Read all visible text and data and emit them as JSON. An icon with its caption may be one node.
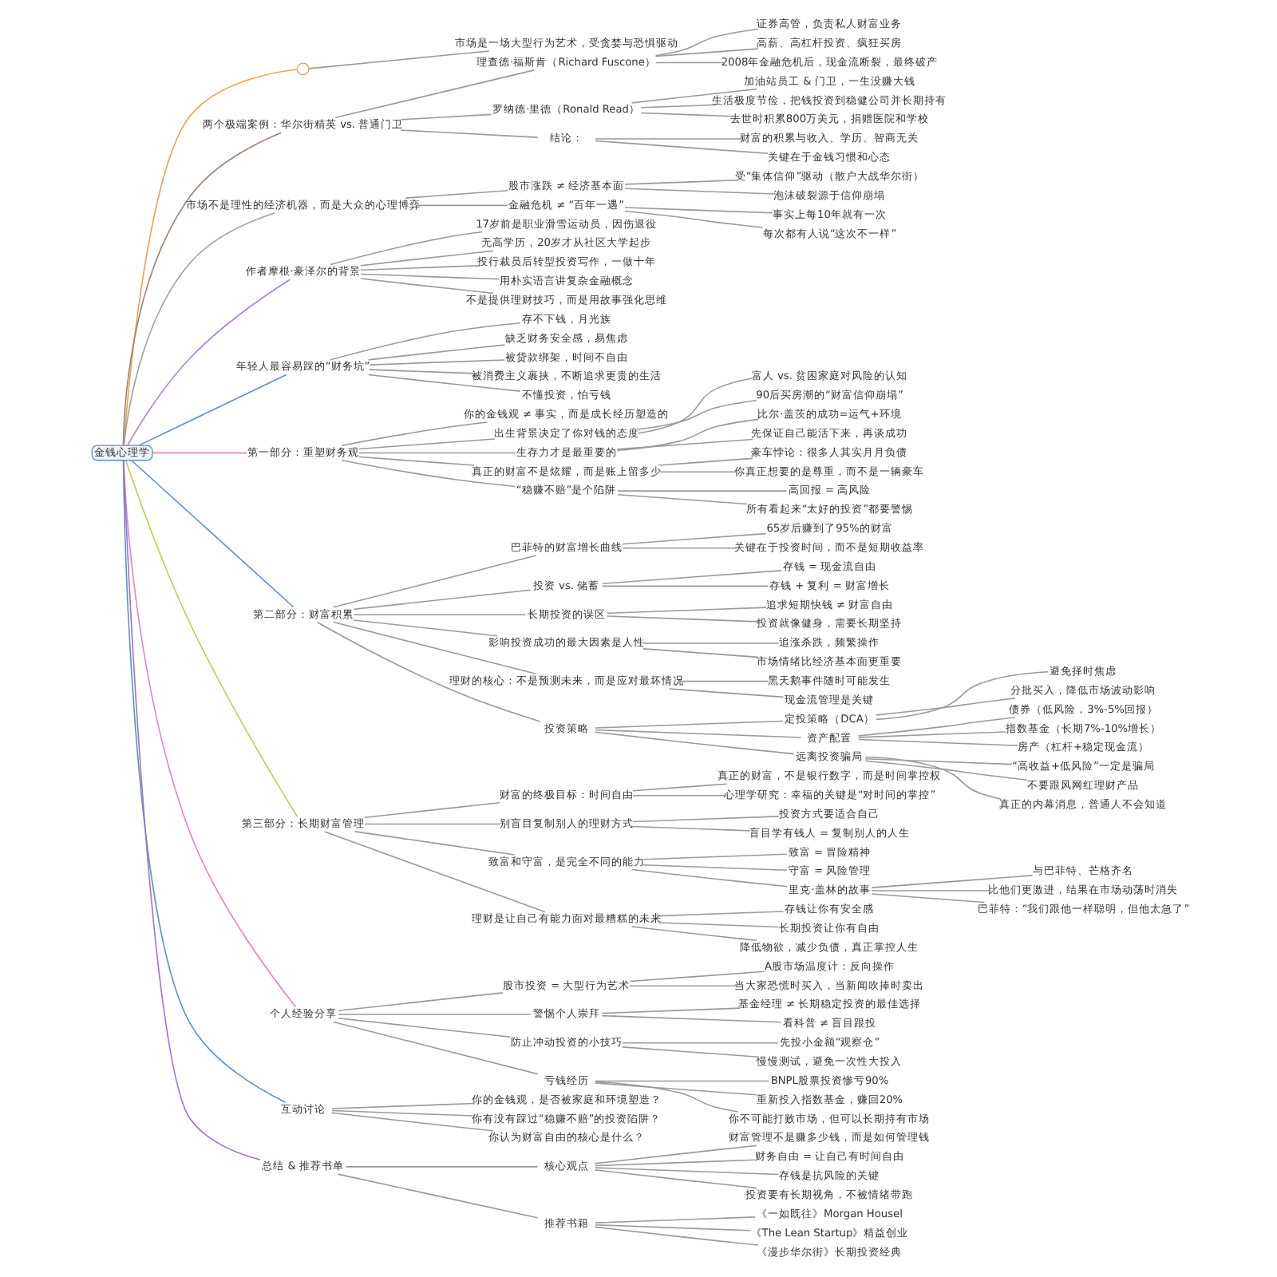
{
  "diagram": {
    "nodes": [
      {
        "text": [
          "金钱心理学"
        ]
      },
      {
        "text": [],
        "shape": "circle"
      },
      {
        "text": [
          "市场是一场大型行为艺术，受贪婪与恐惧驱动"
        ]
      },
      {
        "text": [
          "两个极端案例：华尔街精英 vs. 普通门卫"
        ]
      },
      {
        "text": [
          "理查德·福斯肯（Richard Fuscone）"
        ]
      },
      {
        "text": [
          "证券高管，负责私人财富业务"
        ]
      },
      {
        "text": [
          "高薪、高杠杆投资、疯狂买房"
        ]
      },
      {
        "text": [
          "2008年金融危机后，现金流断裂，最终破产"
        ]
      },
      {
        "text": [
          "罗纳德·里德（Ronald Read）"
        ]
      },
      {
        "text": [
          "加油站员工 & 门卫，一生没赚大钱"
        ]
      },
      {
        "text": [
          "生活极度节俭，把钱投资到稳健公司并长期持有"
        ]
      },
      {
        "text": [
          "去世时积累800万美元，捐赠医院和学校"
        ]
      },
      {
        "text": [
          "结论："
        ]
      },
      {
        "text": [
          "财富的积累与收入、学历、智商无关"
        ]
      },
      {
        "text": [
          "关键在于金钱习惯和心态"
        ]
      },
      {
        "text": [
          "市场不是理性的经济机器，而是大众的心理博弈"
        ]
      },
      {
        "text": [
          "股市涨跌 ≠ 经济基本面"
        ]
      },
      {
        "text": [
          "受“集体信仰”驱动（散户大战华尔街）"
        ]
      },
      {
        "text": [
          "泡沫破裂源于信仰崩塌"
        ]
      },
      {
        "text": [
          "金融危机 ≠ “百年一遇”"
        ]
      },
      {
        "text": [
          "事实上每10年就有一次"
        ]
      },
      {
        "text": [
          "每次都有人说“这次不一样”"
        ]
      },
      {
        "text": [
          "作者摩根·豪泽尔的背景"
        ]
      },
      {
        "text": [
          "17岁前是职业滑雪运动员，因伤退役"
        ]
      },
      {
        "text": [
          "无高学历，20岁才从社区大学起步"
        ]
      },
      {
        "text": [
          "投行裁员后转型投资写作，一做十年"
        ]
      },
      {
        "text": [
          "用朴实语言讲复杂金融概念"
        ]
      },
      {
        "text": [
          "不是提供理财技巧，而是用故事强化思维"
        ]
      },
      {
        "text": [
          "年轻人最容易踩的“财务坑”"
        ]
      },
      {
        "text": [
          "存不下钱，月光族"
        ]
      },
      {
        "text": [
          "缺乏财务安全感，易焦虑"
        ]
      },
      {
        "text": [
          "被贷款绑架，时间不自由"
        ]
      },
      {
        "text": [
          "被消费主义裹挟，不断追求更贵的生活"
        ]
      },
      {
        "text": [
          "不懂投资，怕亏钱"
        ]
      },
      {
        "text": [
          "第一部分：重塑财务观"
        ]
      },
      {
        "text": [
          "你的金钱观 ≠ 事实，而是成长经历塑造的"
        ]
      },
      {
        "text": [
          "出生背景决定了你对钱的态度"
        ]
      },
      {
        "text": [
          "富人 vs. 贫困家庭对风险的认知"
        ]
      },
      {
        "text": [
          "90后买房潮的“财富信仰崩塌”"
        ]
      },
      {
        "text": [
          "生存力才是最重要的"
        ]
      },
      {
        "text": [
          "比尔·盖茨的成功=运气+环境"
        ]
      },
      {
        "text": [
          "先保证自己能活下来，再谈成功"
        ]
      },
      {
        "text": [
          "真正的财富不是炫耀，而是账上留多少"
        ]
      },
      {
        "text": [
          "豪车悖论：很多人其实月月负债"
        ]
      },
      {
        "text": [
          "你真正想要的是尊重，而不是一辆豪车"
        ]
      },
      {
        "text": [
          "“稳赚不赔”是个陷阱"
        ]
      },
      {
        "text": [
          "高回报 = 高风险"
        ]
      },
      {
        "text": [
          "所有看起来“太好的投资”都要警惕"
        ]
      },
      {
        "text": [
          "第二部分：财富积累"
        ]
      },
      {
        "text": [
          "巴菲特的财富增长曲线"
        ]
      },
      {
        "text": [
          "65岁后赚到了95%的财富"
        ]
      },
      {
        "text": [
          "关键在于投资时间，而不是短期收益率"
        ]
      },
      {
        "text": [
          "投资 vs. 储蓄"
        ]
      },
      {
        "text": [
          "存钱 = 现金流自由"
        ]
      },
      {
        "text": [
          "存钱 + 复利 = 财富增长"
        ]
      },
      {
        "text": [
          "长期投资的误区"
        ]
      },
      {
        "text": [
          "追求短期快钱 ≠ 财富自由"
        ]
      },
      {
        "text": [
          "投资就像健身，需要长期坚持"
        ]
      },
      {
        "text": [
          "影响投资成功的最大因素是人性"
        ]
      },
      {
        "text": [
          "追涨杀跌，频繁操作"
        ]
      },
      {
        "text": [
          "市场情绪比经济基本面更重要"
        ]
      },
      {
        "text": [
          "理财的核心：不是预测未来，而是应对最坏情况"
        ]
      },
      {
        "text": [
          "黑天鹅事件随时可能发生"
        ]
      },
      {
        "text": [
          "现金流管理是关键"
        ]
      },
      {
        "text": [
          "投资策略"
        ]
      },
      {
        "text": [
          "定投策略（DCA）"
        ]
      },
      {
        "text": [
          "避免择时焦虑"
        ]
      },
      {
        "text": [
          "分批买入，降低市场波动影响"
        ]
      },
      {
        "text": [
          "资产配置"
        ]
      },
      {
        "text": [
          "债券（低风险，3%-5%回报）"
        ]
      },
      {
        "text": [
          "指数基金（长期7%-10%增长）"
        ]
      },
      {
        "text": [
          "房产（杠杆+稳定现金流）"
        ]
      },
      {
        "text": [
          "远离投资骗局"
        ]
      },
      {
        "text": [
          "“高收益+低风险”一定是骗局"
        ]
      },
      {
        "text": [
          "不要跟风网红理财产品"
        ]
      },
      {
        "text": [
          "真正的内幕消息，普通人不会知道"
        ]
      },
      {
        "text": [
          "第三部分：长期财富管理"
        ]
      },
      {
        "text": [
          "财富的终极目标：时间自由"
        ]
      },
      {
        "text": [
          "真正的财富，不是银行数字，而是时间掌控权"
        ]
      },
      {
        "text": [
          "心理学研究：幸福的关键是“对时间的掌控”"
        ]
      },
      {
        "text": [
          "别盲目复制别人的理财方式"
        ]
      },
      {
        "text": [
          "投资方式要适合自己"
        ]
      },
      {
        "text": [
          "盲目学有钱人 = 复制别人的人生"
        ]
      },
      {
        "text": [
          "致富和守富，是完全不同的能力"
        ]
      },
      {
        "text": [
          "致富 = 冒险精神"
        ]
      },
      {
        "text": [
          "守富 = 风险管理"
        ]
      },
      {
        "text": [
          "里克·盖林的故事"
        ]
      },
      {
        "text": [
          "与巴菲特、芒格齐名"
        ]
      },
      {
        "text": [
          "比他们更激进，结果在市场动荡时消失"
        ]
      },
      {
        "text": [
          "巴菲特：“我们跟他一样聪明，但他太急了”"
        ]
      },
      {
        "text": [
          "理财是让自己有能力面对最糟糕的未来"
        ]
      },
      {
        "text": [
          "存钱让你有安全感"
        ]
      },
      {
        "text": [
          "长期投资让你有自由"
        ]
      },
      {
        "text": [
          "降低物欲，减少负债，真正掌控人生"
        ]
      },
      {
        "text": [
          "个人经验分享"
        ]
      },
      {
        "text": [
          "股市投资 = 大型行为艺术"
        ]
      },
      {
        "text": [
          "A股市场温度计：反向操作"
        ]
      },
      {
        "text": [
          "当大家恐慌时买入，当新闻吹捧时卖出"
        ]
      },
      {
        "text": [
          "警惕个人崇拜"
        ]
      },
      {
        "text": [
          "基金经理 ≠ 长期稳定投资的最佳选择"
        ]
      },
      {
        "text": [
          "看科普 ≠ 盲目跟投"
        ]
      },
      {
        "text": [
          "防止冲动投资的小技巧"
        ]
      },
      {
        "text": [
          "先投小金额“观察仓”"
        ]
      },
      {
        "text": [
          "慢慢测试，避免一次性大投入"
        ]
      },
      {
        "text": [
          "亏钱经历"
        ]
      },
      {
        "text": [
          "BNPL股票投资惨亏90%"
        ]
      },
      {
        "text": [
          "重新投入指数基金，赚回20%"
        ]
      },
      {
        "text": [
          "你不可能打败市场，但可以长期持有市场"
        ]
      },
      {
        "text": [
          "互动讨论"
        ]
      },
      {
        "text": [
          "你的金钱观，是否被家庭和环境塑造？"
        ]
      },
      {
        "text": [
          "你有没有踩过“稳赚不赔”的投资陷阱？"
        ]
      },
      {
        "text": [
          "你认为财富自由的核心是什么？"
        ]
      },
      {
        "text": [
          "总结 & 推荐书单"
        ]
      },
      {
        "text": [
          "核心观点"
        ]
      },
      {
        "text": [
          "财富管理不是赚多少钱，而是如何管理钱"
        ]
      },
      {
        "text": [
          "财务自由 = 让自己有时间自由"
        ]
      },
      {
        "text": [
          "存钱是抗风险的关键"
        ]
      },
      {
        "text": [
          "投资要有长期视角，不被情绪带跑"
        ]
      },
      {
        "text": [
          "推荐书籍"
        ]
      },
      {
        "text": [
          "《一如既往》Morgan Housel"
        ]
      },
      {
        "text": [
          "《The Lean Startup》精益创业"
        ]
      },
      {
        "text": [
          "《漫步华尔街》长期投资经典"
        ]
      }
    ],
    "edges": [
      {
        "from": 0,
        "to": 1,
        "arrow": "none",
        "color": "#f0a050"
      },
      {
        "from": 1,
        "to": 2,
        "arrow": "none"
      },
      {
        "from": 0,
        "to": 3,
        "arrow": "none",
        "color": "#a08070"
      },
      {
        "from": 3,
        "to": 4,
        "arrow": "none"
      },
      {
        "from": 4,
        "to": 5,
        "arrow": "none"
      },
      {
        "from": 4,
        "to": 6,
        "arrow": "none"
      },
      {
        "from": 4,
        "to": 7,
        "arrow": "none"
      },
      {
        "from": 3,
        "to": 8,
        "arrow": "none"
      },
      {
        "from": 8,
        "to": 9,
        "arrow": "none"
      },
      {
        "from": 8,
        "to": 10,
        "arrow": "none"
      },
      {
        "from": 8,
        "to": 11,
        "arrow": "none"
      },
      {
        "from": 3,
        "to": 12,
        "arrow": "none"
      },
      {
        "from": 12,
        "to": 13,
        "arrow": "none"
      },
      {
        "from": 12,
        "to": 14,
        "arrow": "none"
      },
      {
        "from": 0,
        "to": 15,
        "arrow": "none",
        "color": "#a0a0a0"
      },
      {
        "from": 15,
        "to": 16,
        "arrow": "none"
      },
      {
        "from": 16,
        "to": 17,
        "arrow": "none"
      },
      {
        "from": 16,
        "to": 18,
        "arrow": "none"
      },
      {
        "from": 15,
        "to": 19,
        "arrow": "none"
      },
      {
        "from": 19,
        "to": 20,
        "arrow": "none"
      },
      {
        "from": 19,
        "to": 21,
        "arrow": "none"
      },
      {
        "from": 0,
        "to": 22,
        "arrow": "none",
        "color": "#b080d0"
      },
      {
        "from": 22,
        "to": 23,
        "arrow": "none"
      },
      {
        "from": 22,
        "to": 24,
        "arrow": "none"
      },
      {
        "from": 22,
        "to": 25,
        "arrow": "none"
      },
      {
        "from": 22,
        "to": 26,
        "arrow": "none"
      },
      {
        "from": 22,
        "to": 27,
        "arrow": "none"
      },
      {
        "from": 0,
        "to": 28,
        "arrow": "none",
        "color": "#5b8fc7"
      },
      {
        "from": 28,
        "to": 29,
        "arrow": "none"
      },
      {
        "from": 28,
        "to": 30,
        "arrow": "none"
      },
      {
        "from": 28,
        "to": 31,
        "arrow": "none"
      },
      {
        "from": 28,
        "to": 32,
        "arrow": "none"
      },
      {
        "from": 28,
        "to": 33,
        "arrow": "none"
      },
      {
        "from": 0,
        "to": 34,
        "arrow": "none",
        "color": "#e070c0"
      },
      {
        "from": 34,
        "to": 35,
        "arrow": "none"
      },
      {
        "from": 34,
        "to": 36,
        "arrow": "none"
      },
      {
        "from": 36,
        "to": 37,
        "arrow": "none"
      },
      {
        "from": 36,
        "to": 38,
        "arrow": "none"
      },
      {
        "from": 34,
        "to": 39,
        "arrow": "none"
      },
      {
        "from": 39,
        "to": 40,
        "arrow": "none"
      },
      {
        "from": 39,
        "to": 41,
        "arrow": "none"
      },
      {
        "from": 34,
        "to": 42,
        "arrow": "none"
      },
      {
        "from": 42,
        "to": 43,
        "arrow": "none"
      },
      {
        "from": 42,
        "to": 44,
        "arrow": "none"
      },
      {
        "from": 34,
        "to": 45,
        "arrow": "none"
      },
      {
        "from": 45,
        "to": 46,
        "arrow": "none"
      },
      {
        "from": 45,
        "to": 47,
        "arrow": "none"
      },
      {
        "from": 0,
        "to": 48,
        "arrow": "none",
        "color": "#5b8fc7"
      },
      {
        "from": 48,
        "to": 49,
        "arrow": "none"
      },
      {
        "from": 49,
        "to": 50,
        "arrow": "none"
      },
      {
        "from": 49,
        "to": 51,
        "arrow": "none"
      },
      {
        "from": 48,
        "to": 52,
        "arrow": "none"
      },
      {
        "from": 52,
        "to": 53,
        "arrow": "none"
      },
      {
        "from": 52,
        "to": 54,
        "arrow": "none"
      },
      {
        "from": 48,
        "to": 55,
        "arrow": "none"
      },
      {
        "from": 55,
        "to": 56,
        "arrow": "none"
      },
      {
        "from": 55,
        "to": 57,
        "arrow": "none"
      },
      {
        "from": 48,
        "to": 58,
        "arrow": "none"
      },
      {
        "from": 58,
        "to": 59,
        "arrow": "none"
      },
      {
        "from": 58,
        "to": 60,
        "arrow": "none"
      },
      {
        "from": 48,
        "to": 61,
        "arrow": "none"
      },
      {
        "from": 61,
        "to": 62,
        "arrow": "none"
      },
      {
        "from": 61,
        "to": 63,
        "arrow": "none"
      },
      {
        "from": 48,
        "to": 64,
        "arrow": "none"
      },
      {
        "from": 64,
        "to": 65,
        "arrow": "none"
      },
      {
        "from": 65,
        "to": 66,
        "arrow": "none"
      },
      {
        "from": 65,
        "to": 67,
        "arrow": "none"
      },
      {
        "from": 64,
        "to": 68,
        "arrow": "none"
      },
      {
        "from": 68,
        "to": 69,
        "arrow": "none"
      },
      {
        "from": 68,
        "to": 70,
        "arrow": "none"
      },
      {
        "from": 68,
        "to": 71,
        "arrow": "none"
      },
      {
        "from": 64,
        "to": 72,
        "arrow": "none"
      },
      {
        "from": 72,
        "to": 73,
        "arrow": "none"
      },
      {
        "from": 72,
        "to": 74,
        "arrow": "none"
      },
      {
        "from": 72,
        "to": 75,
        "arrow": "none"
      },
      {
        "from": 0,
        "to": 76,
        "arrow": "none",
        "color": "#c8c850"
      },
      {
        "from": 76,
        "to": 77,
        "arrow": "none"
      },
      {
        "from": 77,
        "to": 78,
        "arrow": "none"
      },
      {
        "from": 77,
        "to": 79,
        "arrow": "none"
      },
      {
        "from": 76,
        "to": 80,
        "arrow": "none"
      },
      {
        "from": 80,
        "to": 81,
        "arrow": "none"
      },
      {
        "from": 80,
        "to": 82,
        "arrow": "none"
      },
      {
        "from": 76,
        "to": 83,
        "arrow": "none"
      },
      {
        "from": 83,
        "to": 84,
        "arrow": "none"
      },
      {
        "from": 83,
        "to": 85,
        "arrow": "none"
      },
      {
        "from": 83,
        "to": 86,
        "arrow": "none"
      },
      {
        "from": 86,
        "to": 87,
        "arrow": "none"
      },
      {
        "from": 86,
        "to": 88,
        "arrow": "none"
      },
      {
        "from": 86,
        "to": 89,
        "arrow": "none"
      },
      {
        "from": 76,
        "to": 90,
        "arrow": "none"
      },
      {
        "from": 90,
        "to": 91,
        "arrow": "none"
      },
      {
        "from": 90,
        "to": 92,
        "arrow": "none"
      },
      {
        "from": 90,
        "to": 93,
        "arrow": "none"
      },
      {
        "from": 0,
        "to": 94,
        "arrow": "none",
        "color": "#e080d0"
      },
      {
        "from": 94,
        "to": 95,
        "arrow": "none"
      },
      {
        "from": 95,
        "to": 96,
        "arrow": "none"
      },
      {
        "from": 95,
        "to": 97,
        "arrow": "none"
      },
      {
        "from": 94,
        "to": 98,
        "arrow": "none"
      },
      {
        "from": 98,
        "to": 99,
        "arrow": "none"
      },
      {
        "from": 98,
        "to": 100,
        "arrow": "none"
      },
      {
        "from": 94,
        "to": 101,
        "arrow": "none"
      },
      {
        "from": 101,
        "to": 102,
        "arrow": "none"
      },
      {
        "from": 101,
        "to": 103,
        "arrow": "none"
      },
      {
        "from": 94,
        "to": 104,
        "arrow": "none"
      },
      {
        "from": 104,
        "to": 105,
        "arrow": "none"
      },
      {
        "from": 104,
        "to": 106,
        "arrow": "none"
      },
      {
        "from": 104,
        "to": 107,
        "arrow": "none"
      },
      {
        "from": 0,
        "to": 108,
        "arrow": "none",
        "color": "#5b8fc7"
      },
      {
        "from": 108,
        "to": 109,
        "arrow": "none"
      },
      {
        "from": 108,
        "to": 110,
        "arrow": "none"
      },
      {
        "from": 108,
        "to": 111,
        "arrow": "none"
      },
      {
        "from": 0,
        "to": 112,
        "arrow": "none",
        "color": "#a070d0"
      },
      {
        "from": 112,
        "to": 113,
        "arrow": "none"
      },
      {
        "from": 113,
        "to": 114,
        "arrow": "none"
      },
      {
        "from": 113,
        "to": 115,
        "arrow": "none"
      },
      {
        "from": 113,
        "to": 116,
        "arrow": "none"
      },
      {
        "from": 113,
        "to": 117,
        "arrow": "none"
      },
      {
        "from": 112,
        "to": 118,
        "arrow": "none"
      },
      {
        "from": 118,
        "to": 119,
        "arrow": "none"
      },
      {
        "from": 118,
        "to": 120,
        "arrow": "none"
      },
      {
        "from": 118,
        "to": 121,
        "arrow": "none"
      }
    ]
  }
}
